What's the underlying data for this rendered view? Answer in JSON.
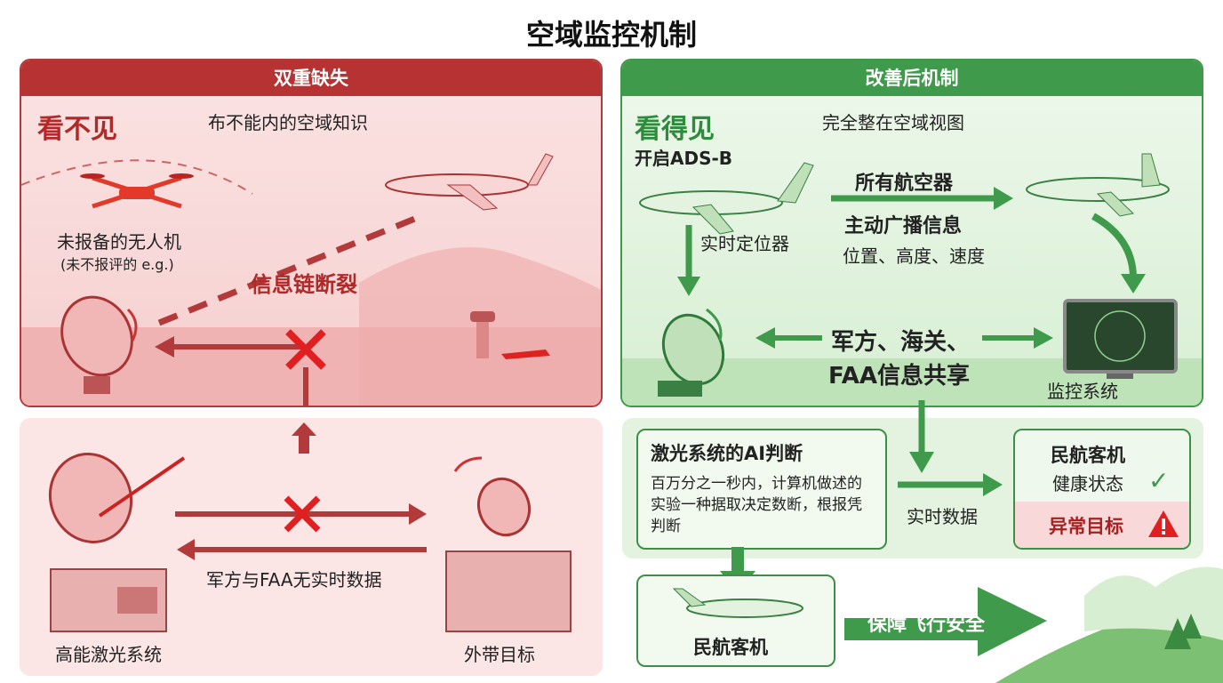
{
  "title": "空域监控机制",
  "left": {
    "header": "双重缺失",
    "heading": "看不见",
    "subtitle": "布不能内的空域知识",
    "drone_label": "未报备的无人机",
    "drone_note": "(未不报评的 e.g.)",
    "break_label": "信息链断裂",
    "laser_label": "高能激光系统",
    "target_label": "外带目标",
    "no_data_label": "军方与FAA无实时数据"
  },
  "right": {
    "header": "改善后机制",
    "heading": "看得见",
    "subtitle": "完全整在空域视图",
    "adsb": "开启ADS-B",
    "all_aircraft": "所有航空器",
    "broadcast": "主动广播信息",
    "broadcast_detail": "位置、高度、速度",
    "realtime_locator": "实时定位器",
    "share": "军方、海关、",
    "share2": "FAA信息共享",
    "monitor": "监控系统",
    "ai_title": "激光系统的AI判断",
    "ai_text": "百万分之一秒内，计算机做述的实验一种据取决定数断，根报凭判断",
    "realtime_data": "实时数据",
    "civil": "民航客机",
    "healthy": "健康状态",
    "abnormal": "异常目标",
    "civil2": "民航客机",
    "safety": "保障飞行安全"
  },
  "colors": {
    "red": "#b73333",
    "green": "#3f9a4b"
  }
}
